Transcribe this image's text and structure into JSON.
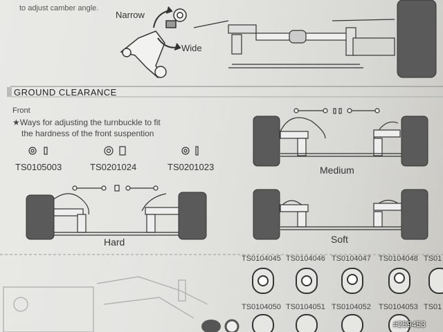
{
  "top": {
    "cut_text": "to adjust camber angle.",
    "narrow_label": "Narrow",
    "wide_label": "Wide"
  },
  "section": {
    "title": "GROUND CLEARANCE",
    "subtitle": "Front",
    "note_line1": "★Ways for adjusting the turnbuckle to fit",
    "note_line2": "the hardness of the front suspention"
  },
  "parts": [
    "TS0105003",
    "TS0201024",
    "TS0201023"
  ],
  "settings": {
    "medium": "Medium",
    "hard": "Hard",
    "soft": "Soft"
  },
  "bottom_parts_row1": [
    "TS0104045",
    "TS0104046",
    "TS0104047",
    "TS0104048",
    "TS01"
  ],
  "bottom_parts_row2": [
    "TS0104050",
    "TS0104051",
    "TS0104052",
    "TS0104053",
    "TS01"
  ],
  "watermark": "#259453",
  "colors": {
    "ink": "#2b2b2b",
    "tire": "#5a5a5a",
    "paper": "#e6e6e3"
  }
}
